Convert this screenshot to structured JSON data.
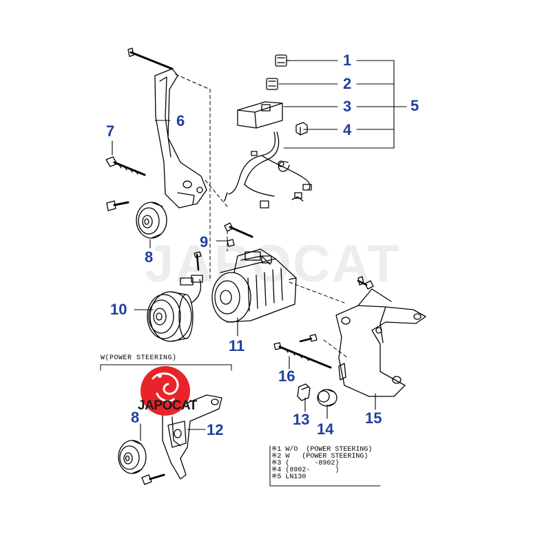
{
  "callouts": {
    "n1": "1",
    "n2": "2",
    "n3": "3",
    "n4": "4",
    "n5": "5",
    "n6": "6",
    "n7": "7",
    "n8_top": "8",
    "n9": "9",
    "n10": "10",
    "n11": "11",
    "n12": "12",
    "n13": "13",
    "n14": "14",
    "n15": "15",
    "n16": "16",
    "n8_bottom": "8"
  },
  "sub_diagram_title": "W(POWER STEERING)",
  "notes": [
    "※1 W/O  (POWER STEERING)",
    "※2 W   (POWER STEERING)",
    "※3 (      -8902)",
    "※4 (8902-      )",
    "※5 LN130"
  ],
  "watermark": "JAPOCAT",
  "logo": {
    "text": "JAPOCAT"
  },
  "colors": {
    "callout": "#1f3f9c",
    "line": "#000000",
    "logo_red": "#e8242a"
  }
}
